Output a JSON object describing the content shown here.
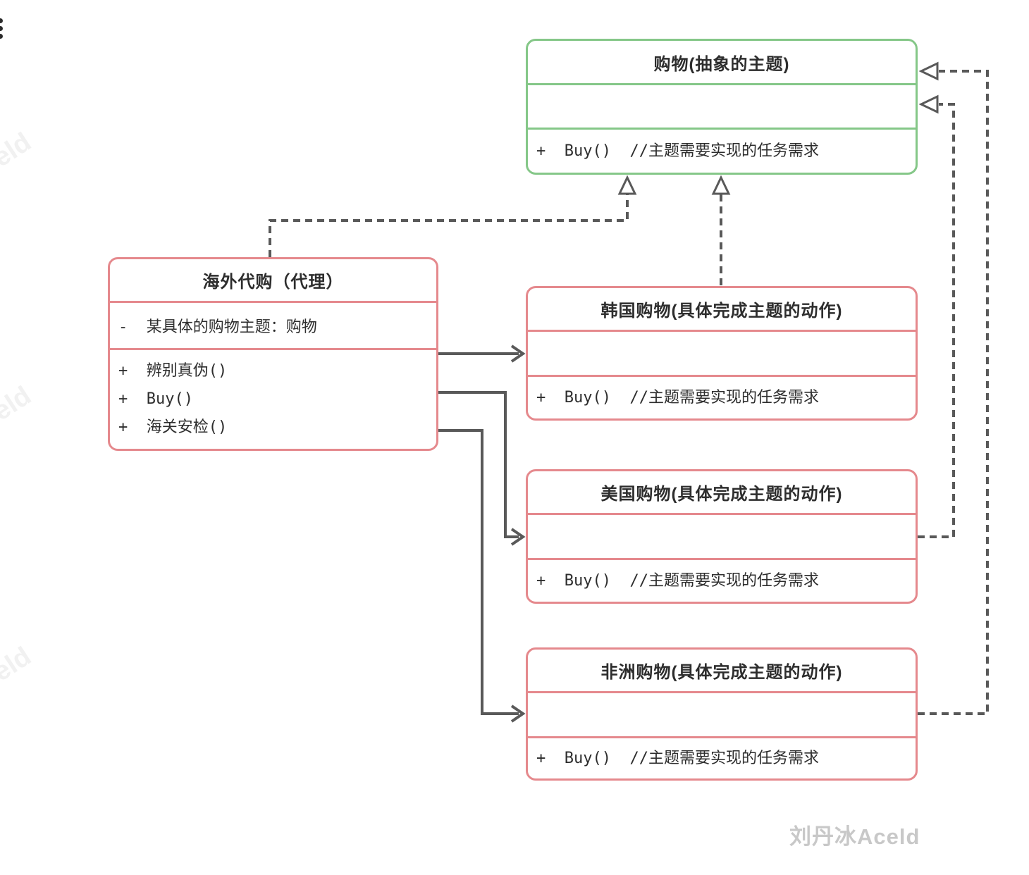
{
  "diagram_title": "proxy-pattern-uml",
  "classes": {
    "subject": {
      "title": "购物(抽象的主题)",
      "attributes": "",
      "methods": [
        "+  Buy()  //主题需要实现的任务需求"
      ]
    },
    "proxy": {
      "title": "海外代购（代理）",
      "attributes": "-  某具体的购物主题：购物",
      "methods": [
        "+  辨别真伪()",
        "+  Buy()",
        "+  海关安检()"
      ]
    },
    "korea": {
      "title": "韩国购物(具体完成主题的动作)",
      "attributes": "",
      "methods": [
        "+  Buy()  //主题需要实现的任务需求"
      ]
    },
    "usa": {
      "title": "美国购物(具体完成主题的动作)",
      "attributes": "",
      "methods": [
        "+  Buy()  //主题需要实现的任务需求"
      ]
    },
    "africa": {
      "title": "非洲购物(具体完成主题的动作)",
      "attributes": "",
      "methods": [
        "+  Buy()  //主题需要实现的任务需求"
      ]
    }
  },
  "icons": {
    "kebab_menu": "vertical-three-dots"
  },
  "watermark": {
    "author": "刘丹冰Aceld",
    "tile": "eld"
  },
  "colors": {
    "abstract_border": "#85c788",
    "concrete_border": "#e5898d",
    "connector": "#595959",
    "text": "#2d2d2d",
    "watermark_author": "#c8c8c8",
    "watermark_tile": "#f1f1f1"
  }
}
